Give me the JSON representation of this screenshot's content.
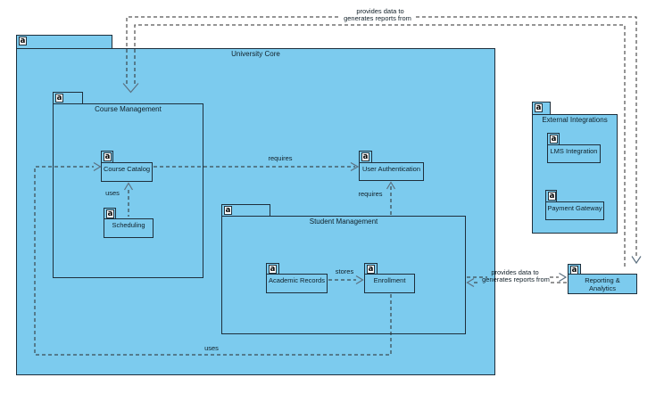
{
  "diagram": {
    "icon_letter": "a",
    "colors": {
      "shape_fill": "#7CCBEE",
      "shape_border": "#1E2F3C",
      "connector_line": "#2B2B2B",
      "arrowhead": "#5C7080",
      "background": "#FFFFFF"
    },
    "packages": {
      "university_core": {
        "title": "University Core"
      },
      "course_management": {
        "title": "Course Management"
      },
      "student_management": {
        "title": "Student Management"
      },
      "external_integrations": {
        "title": "External Integrations"
      }
    },
    "components": {
      "course_catalog": {
        "label": "Course Catalog"
      },
      "scheduling": {
        "label": "Scheduling"
      },
      "user_authentication": {
        "label": "User Authentication"
      },
      "academic_records": {
        "label": "Academic Records"
      },
      "enrollment": {
        "label": "Enrollment"
      },
      "lms_integration": {
        "label": "LMS Integration"
      },
      "payment_gateway": {
        "label": "Payment Gateway"
      },
      "reporting_analytics": {
        "label_line1": "Reporting &",
        "label_line2": "Analytics"
      }
    },
    "connector_labels": {
      "top_provides": "provides data to",
      "top_generates": "generates reports from",
      "right_provides": "provides data to",
      "right_generates": "generates reports from",
      "requires_horizontal": "requires",
      "requires_vertical": "requires",
      "uses_inner": "uses",
      "uses_outer": "uses",
      "stores": "stores"
    }
  }
}
